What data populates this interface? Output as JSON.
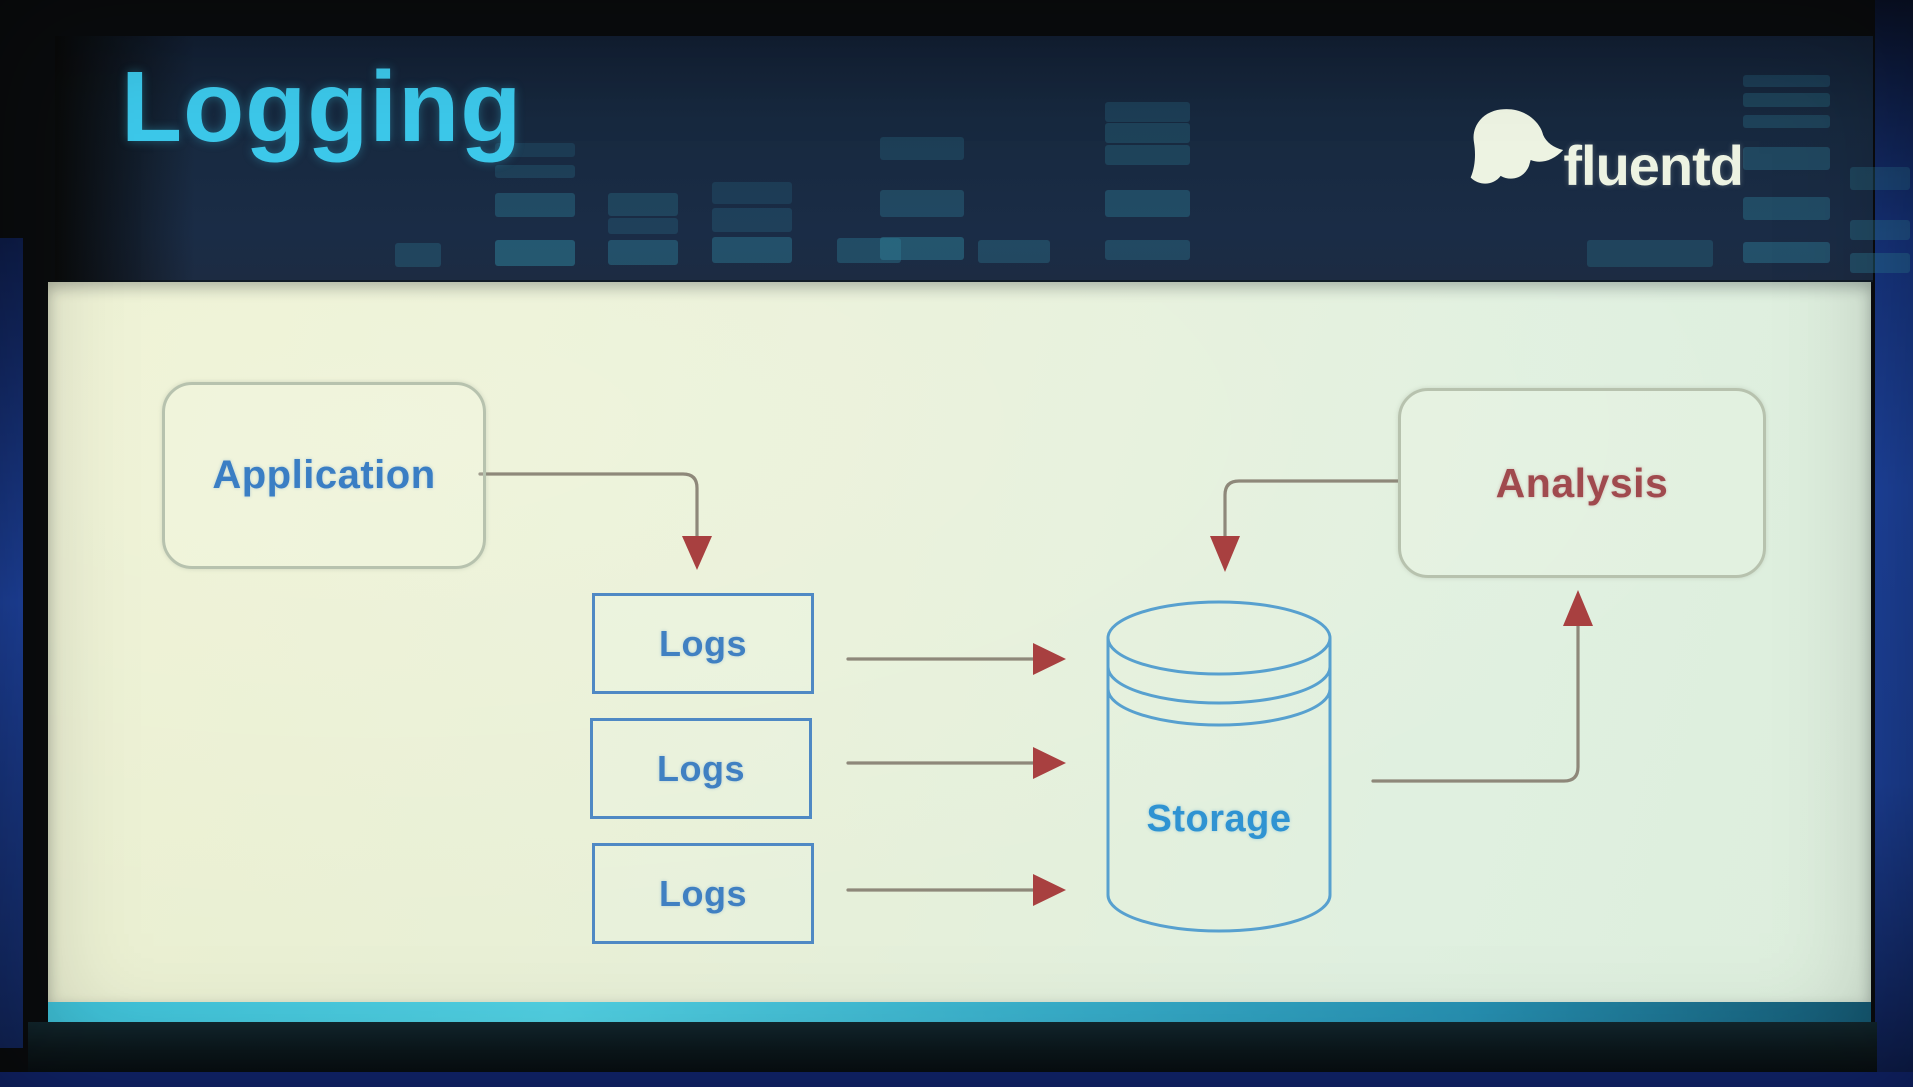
{
  "header": {
    "title": "Logging",
    "brand": {
      "name": "fluentd",
      "icon": "fluentd-bird-icon"
    }
  },
  "diagram": {
    "nodes": [
      {
        "id": "application",
        "label": "Application",
        "shape": "rounded-rectangle"
      },
      {
        "id": "logs-1",
        "label": "Logs",
        "shape": "rectangle"
      },
      {
        "id": "logs-2",
        "label": "Logs",
        "shape": "rectangle"
      },
      {
        "id": "logs-3",
        "label": "Logs",
        "shape": "rectangle"
      },
      {
        "id": "storage",
        "label": "Storage",
        "shape": "cylinder"
      },
      {
        "id": "analysis",
        "label": "Analysis",
        "shape": "rounded-rectangle"
      }
    ],
    "edges": [
      {
        "from": "application",
        "to": "logs-1"
      },
      {
        "from": "logs-1",
        "to": "storage"
      },
      {
        "from": "logs-2",
        "to": "storage"
      },
      {
        "from": "logs-3",
        "to": "storage"
      },
      {
        "from": "analysis",
        "to": "storage"
      },
      {
        "from": "storage",
        "to": "analysis"
      }
    ]
  },
  "colors": {
    "title_text": "#3cc8ea",
    "header_background": "#17293f",
    "slide_background": "#e8f0d8",
    "blue_node_text": "#3a7ec4",
    "analysis_text": "#a04a4e",
    "storage_text": "#2f93d2",
    "cylinder_outline": "#57a0cf",
    "arrow_line": "#8e887a",
    "arrow_head": "#a84040",
    "logo_text": "#edf3e2",
    "bottom_strip": "#3fc3da"
  }
}
